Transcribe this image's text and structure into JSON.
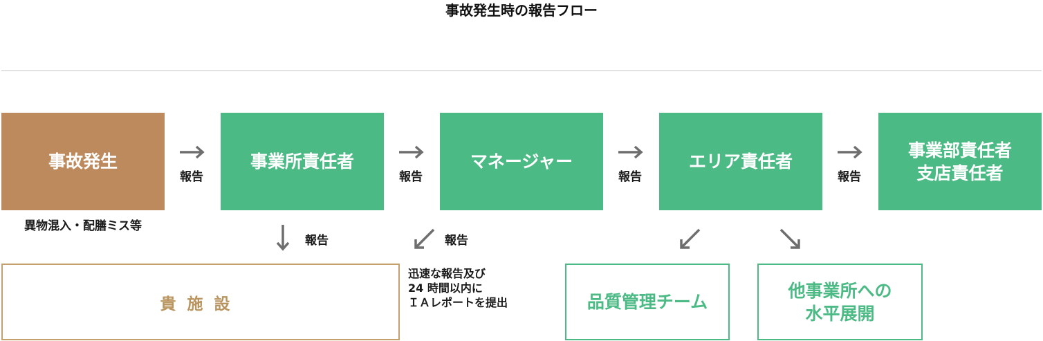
{
  "title": "事故発生時の報告フロー",
  "colors": {
    "incident": "#bd8a5d",
    "chain": "#4cba85",
    "facility_border": "#c3a06c",
    "facility_text": "#b9945f",
    "arrow": "#6e6e6e"
  },
  "flow": {
    "incident": {
      "label": "事故発生",
      "caption": "異物混入・配膳ミス等"
    },
    "steps": [
      {
        "lines": [
          "事業所責任者"
        ]
      },
      {
        "lines": [
          "マネージャー"
        ]
      },
      {
        "lines": [
          "エリア責任者"
        ]
      },
      {
        "lines": [
          "事業部責任者",
          "支店責任者"
        ]
      }
    ],
    "report_label": "報告",
    "horizontal_arrows": [
      {
        "icon": "arrow-right-icon",
        "label": "報告"
      },
      {
        "icon": "arrow-right-icon",
        "label": "報告"
      },
      {
        "icon": "arrow-right-icon",
        "label": "報告"
      },
      {
        "icon": "arrow-right-icon",
        "label": "報告"
      }
    ]
  },
  "lower": {
    "down_arrow": {
      "icon": "arrow-down-icon",
      "label": "報告"
    },
    "down_left_arrow": {
      "icon": "arrow-down-left-icon",
      "label": "報告"
    },
    "facility": {
      "label": "貴施設"
    },
    "note": [
      "迅速な報告及び",
      "24 時間以内に",
      "ＩＡレポートを提出"
    ],
    "quality_team": {
      "lines": [
        "品質管理チーム"
      ]
    },
    "rollout": {
      "lines": [
        "他事業所への",
        "水平展開"
      ]
    },
    "branch_arrows": [
      "arrow-down-left-icon",
      "arrow-down-right-icon"
    ]
  }
}
